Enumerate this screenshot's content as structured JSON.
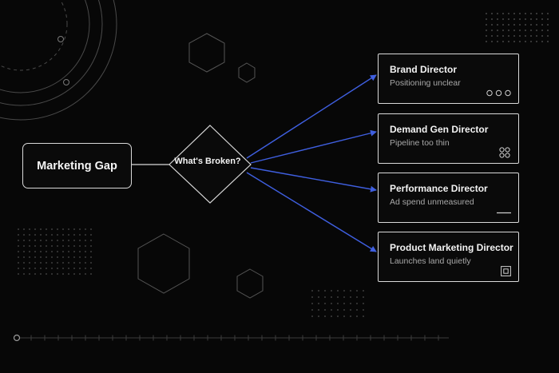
{
  "colors": {
    "background": "#070707",
    "line": "#d9d9d9",
    "connector": "#3f5fe0",
    "subtext": "#a8a8a8"
  },
  "diagram": {
    "start": {
      "label": "Marketing Gap"
    },
    "decision": {
      "label": "What's Broken?"
    },
    "roles": [
      {
        "title": "Brand Director",
        "subtitle": "Positioning unclear",
        "icon": "three-circles-icon"
      },
      {
        "title": "Demand Gen Director",
        "subtitle": "Pipeline too thin",
        "icon": "four-circles-icon"
      },
      {
        "title": "Performance Director",
        "subtitle": "Ad spend unmeasured",
        "icon": "horizontal-line-icon"
      },
      {
        "title": "Product Marketing Director",
        "subtitle": "Launches land quietly",
        "icon": "nested-square-icon"
      }
    ]
  }
}
